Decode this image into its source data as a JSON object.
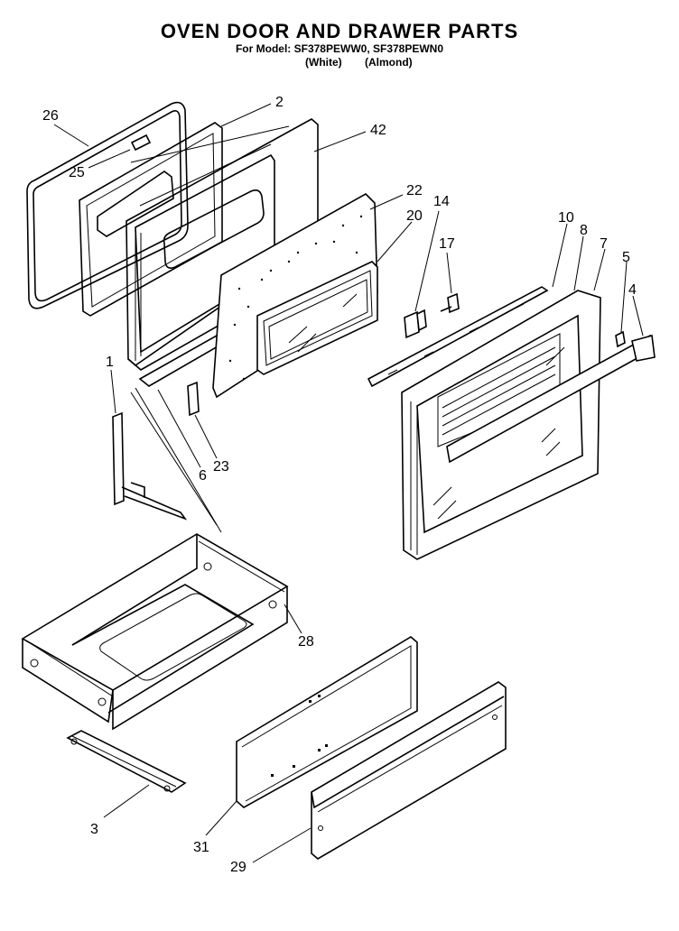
{
  "header": {
    "title": "OVEN DOOR AND DRAWER PARTS",
    "models_line": "For Model: SF378PEWW0, SF378PEWN0",
    "variant_white": "(White)",
    "variant_almond": "(Almond)"
  },
  "callouts": [
    {
      "id": "c26",
      "text": "26"
    },
    {
      "id": "c2",
      "text": "2"
    },
    {
      "id": "c42",
      "text": "42"
    },
    {
      "id": "c25",
      "text": "25"
    },
    {
      "id": "c22",
      "text": "22"
    },
    {
      "id": "c14",
      "text": "14"
    },
    {
      "id": "c20",
      "text": "20"
    },
    {
      "id": "c10",
      "text": "10"
    },
    {
      "id": "c8",
      "text": "8"
    },
    {
      "id": "c17",
      "text": "17"
    },
    {
      "id": "c7",
      "text": "7"
    },
    {
      "id": "c5",
      "text": "5"
    },
    {
      "id": "c4",
      "text": "4"
    },
    {
      "id": "c1",
      "text": "1"
    },
    {
      "id": "c23",
      "text": "23"
    },
    {
      "id": "c6",
      "text": "6"
    },
    {
      "id": "c28",
      "text": "28"
    },
    {
      "id": "c3",
      "text": "3"
    },
    {
      "id": "c31",
      "text": "31"
    },
    {
      "id": "c29",
      "text": "29"
    }
  ]
}
